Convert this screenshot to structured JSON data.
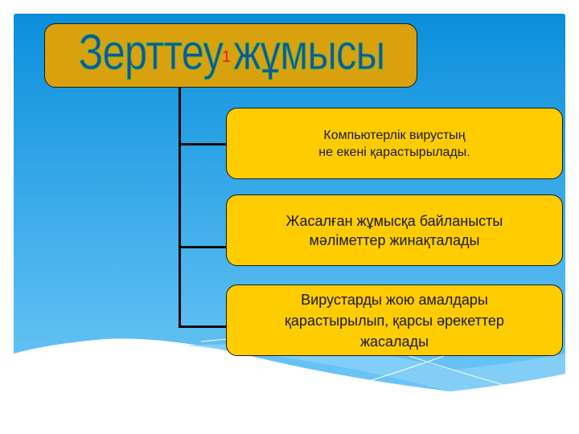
{
  "slide": {
    "title": "Зерттеу жұмысы",
    "title_marker": "1",
    "colors": {
      "background_top": "#0a8fdc",
      "background_bottom": "#6cc6f6",
      "title_fill": "#d9a20c",
      "title_text": "#1c4f9c",
      "node_fill": "#ffcc00",
      "marker": "#e02020"
    }
  },
  "diagram": {
    "root": "Зерттеу жұмысы",
    "nodes": [
      {
        "lines": [
          "Компьютерлік вирустың",
          "не екені қарастырылады."
        ]
      },
      {
        "lines": [
          "Жасалған жұмысқа байланысты",
          "мәліметтер жинақталады"
        ]
      },
      {
        "lines": [
          "Вирустарды жою амалдары",
          "қарастырылып, қарсы әрекеттер",
          "жасалады"
        ]
      }
    ]
  }
}
